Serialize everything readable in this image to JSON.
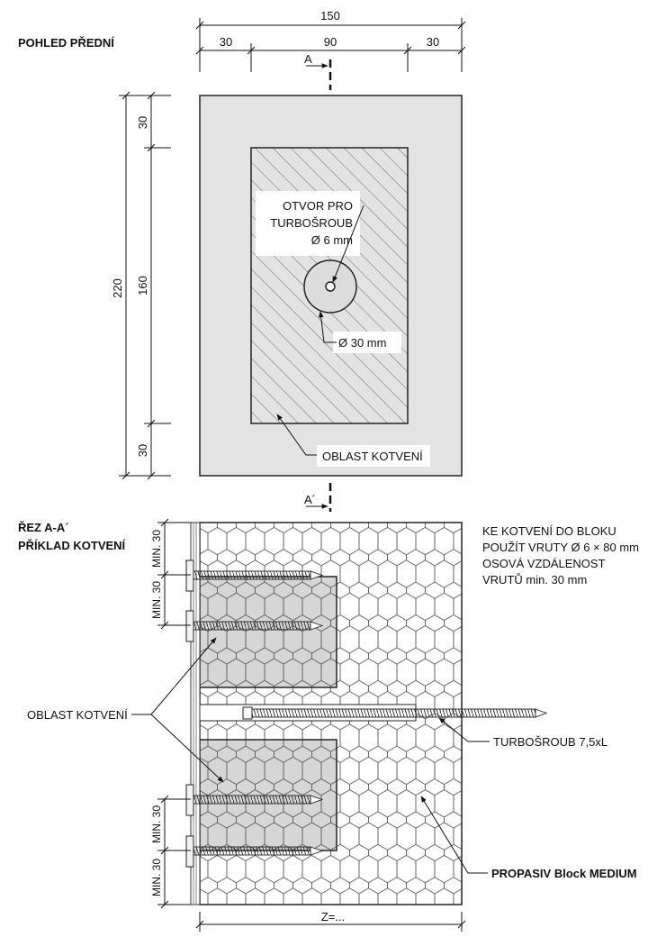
{
  "front_view": {
    "title": "POHLED PŘEDNÍ",
    "dim_total_width": "150",
    "dim_left": "30",
    "dim_middle": "90",
    "dim_right": "30",
    "dim_total_height": "220",
    "dim_top": "30",
    "dim_mid_height": "160",
    "dim_bottom": "30",
    "section_mark_top": "A",
    "section_mark_bottom": "A´",
    "hole_label_line1": "OTVOR PRO",
    "hole_label_line2": "TURBOŠROUB",
    "hole_label_line3": "Ø 6 mm",
    "washer_label": "Ø 30 mm",
    "anchor_zone_label": "OBLAST KOTVENÍ"
  },
  "section_view": {
    "title_line1": "ŘEZ A-A´",
    "title_line2": "PŘÍKLAD KOTVENÍ",
    "note_line1": "KE KOTVENÍ DO BLOKU",
    "note_line2": "POUŽÍT VRUTY Ø 6 × 80 mm",
    "note_line3": "OSOVÁ VZDÁLENOST",
    "note_line4": "VRUTŮ min. 30 mm",
    "min_label": "MIN. 30",
    "anchor_zone_label": "OBLAST KOTVENÍ",
    "turbo_screw_label": "TURBOŠROUB 7,5xL",
    "block_label": "PROPASIV Block MEDIUM",
    "dim_z": "Z=..."
  }
}
